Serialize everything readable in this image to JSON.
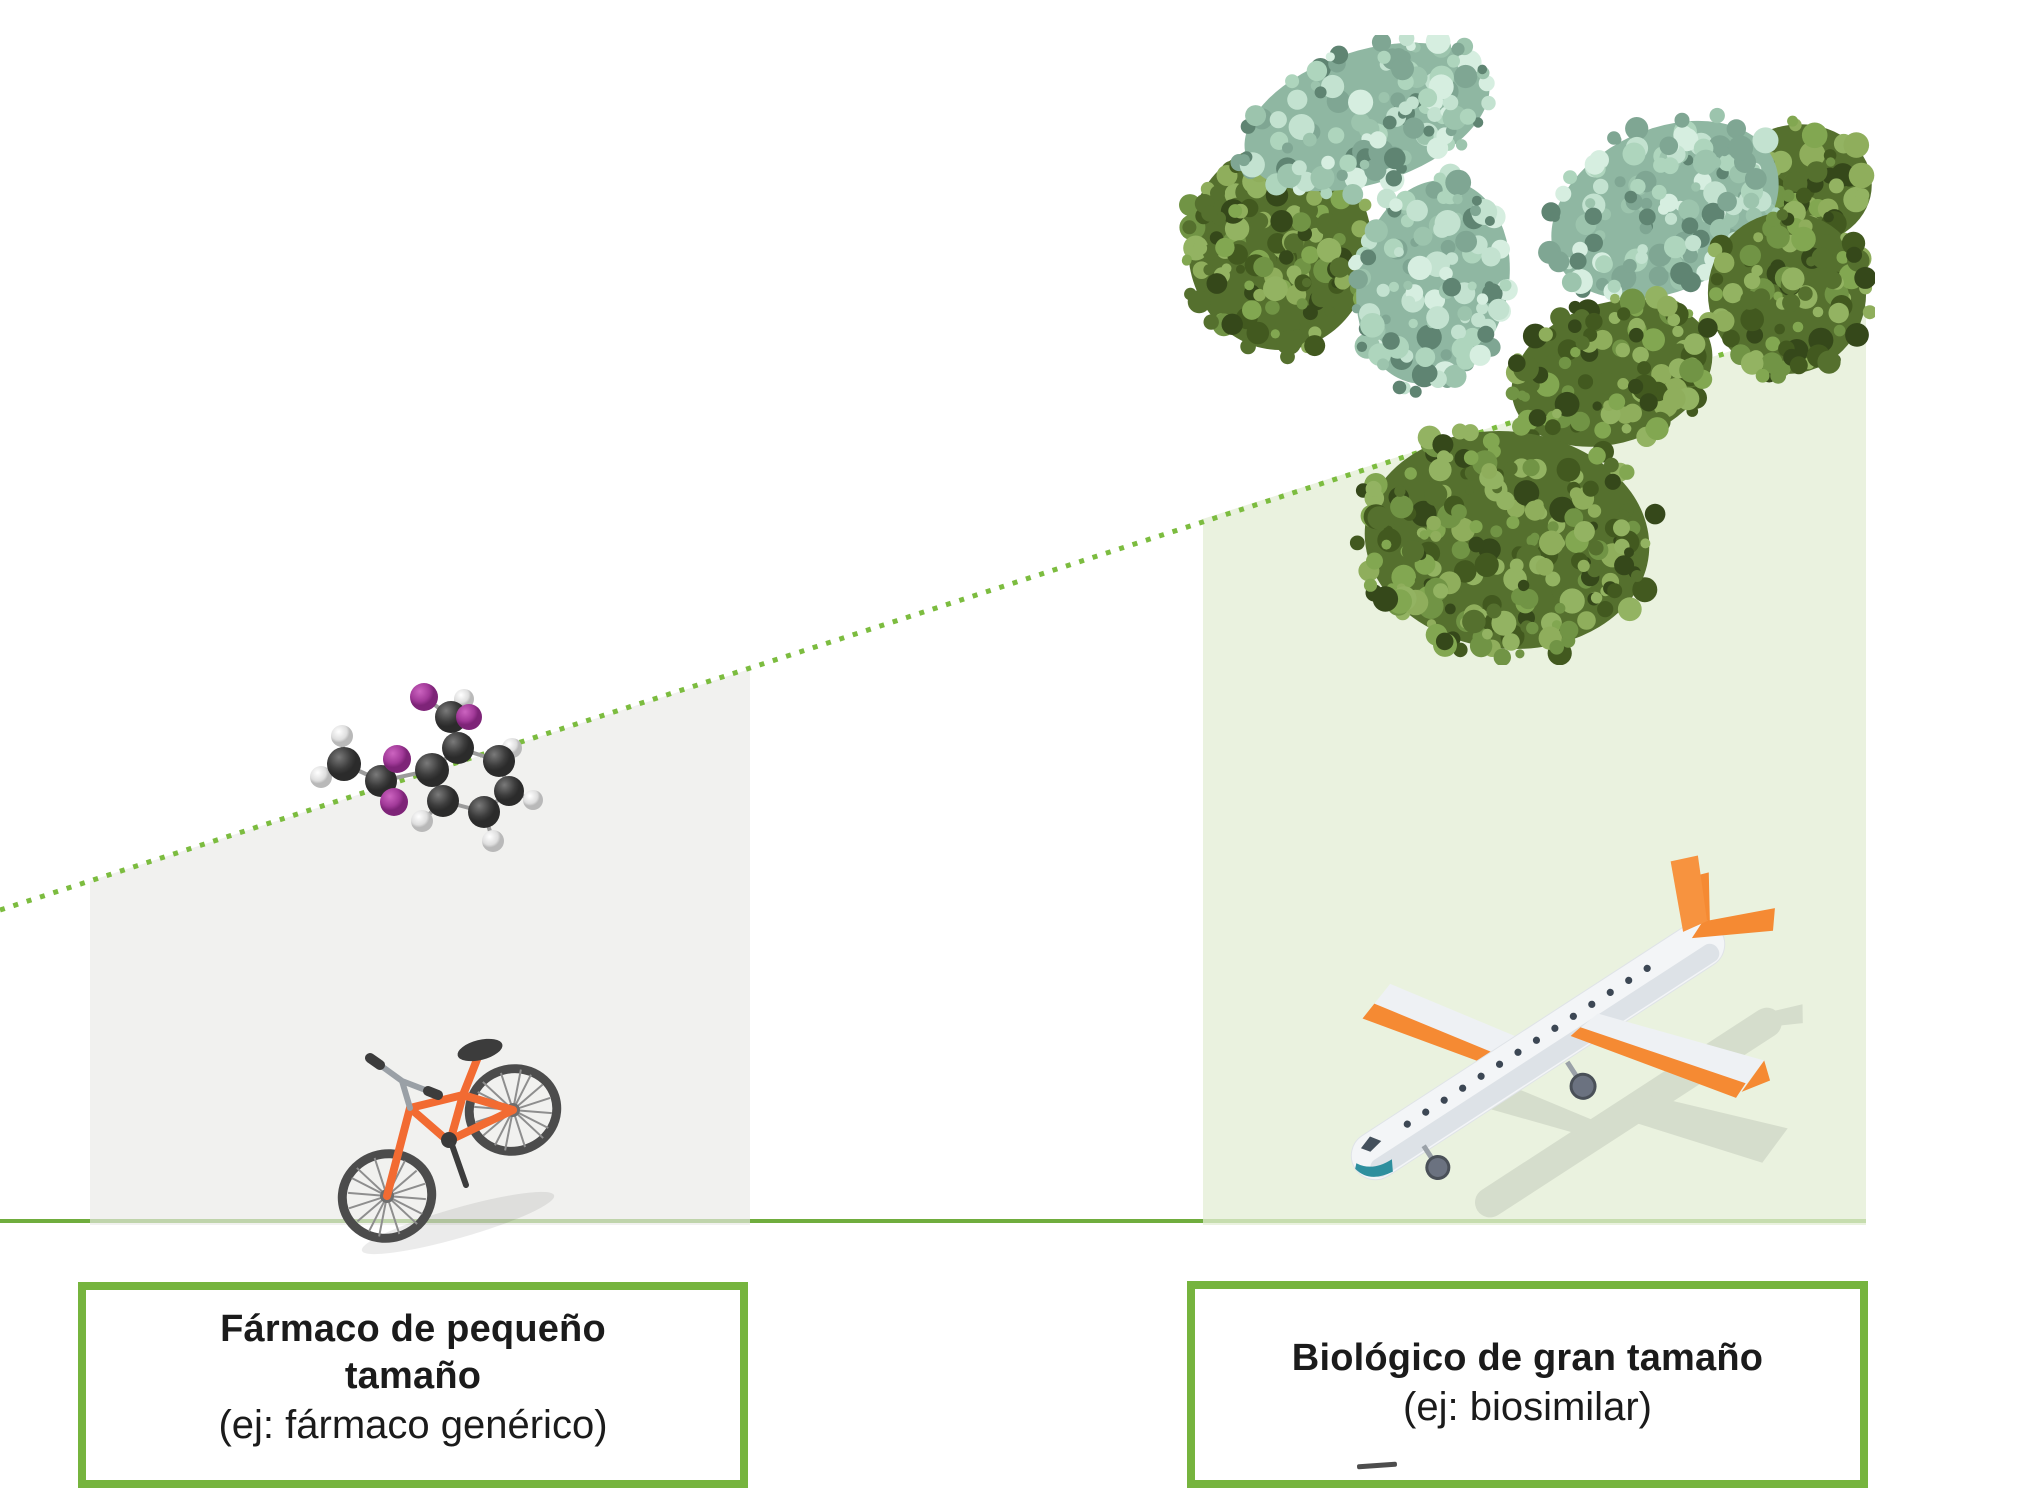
{
  "diagram": {
    "type": "size-comparison-infographic",
    "language": "es"
  },
  "left_panel": {
    "label": {
      "title_line1": "Fármaco de pequeño",
      "title_line2": "tamaño",
      "subtitle": "(ej: fármaco genérico)"
    }
  },
  "right_panel": {
    "label": {
      "title": "Biológico de gran tamaño",
      "subtitle": "(ej: biosimilar)"
    }
  },
  "icons": {
    "small_molecule_icon": "ball-and-stick-molecule",
    "bicycle_icon": "bicycle",
    "antibody_icon": "antibody-protein-surface",
    "airplane_icon": "airliner"
  },
  "colors": {
    "accent_green_border": "#76b43e",
    "dotted_trend_line": "#7cbc3f",
    "ground_baseline": "#70ad3e",
    "small_drug_region_fill": "#f0f0ee",
    "biologic_region_fill": "#eaf1e0",
    "bicycle_frame_orange": "#f26b32",
    "airplane_orange": "#f58a33",
    "airplane_teal_nose": "#2e8f9e",
    "molecule_magenta": "#a23a99",
    "molecule_carbon": "#3f3f3f",
    "antibody_mint": "#aed5bd",
    "antibody_olive": "#7ca24c",
    "text": "#1b1b1b"
  }
}
